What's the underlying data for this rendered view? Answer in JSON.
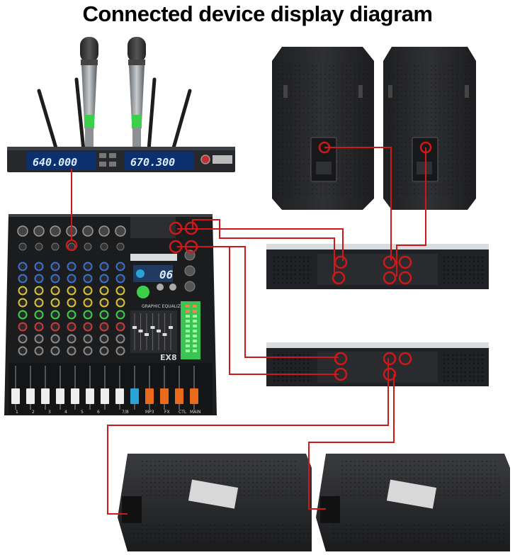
{
  "title": "Connected device display diagram",
  "receiver": {
    "channel_a_freq": "640.000",
    "channel_b_freq": "670.300"
  },
  "mixer": {
    "effect_display": "06",
    "eq_label": "GRAPHIC EQUALIZER",
    "model_label": "EX8",
    "channel_numbers": [
      "1",
      "2",
      "3",
      "4",
      "5",
      "6",
      "7/8",
      "MP3",
      "FX",
      "CTL",
      "MAIN"
    ]
  },
  "colors": {
    "cable": "#d01818",
    "device_dark": "#1b1c1e",
    "speaker_body": "#2a2b2d",
    "accent_green": "#3ad04a"
  }
}
